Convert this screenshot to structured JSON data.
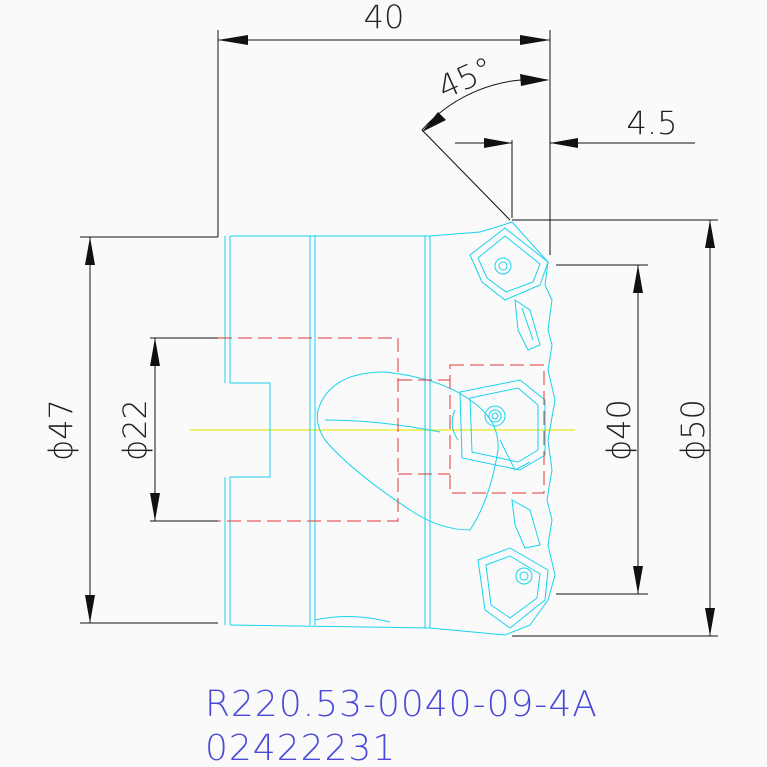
{
  "dimensions": {
    "length": "40",
    "angle": "45°",
    "offset": "4.5",
    "diameter_47": "ϕ47",
    "diameter_22": "ϕ22",
    "diameter_40": "ϕ40",
    "diameter_50": "ϕ50"
  },
  "part": {
    "code": "R220.53-0040-09-4A",
    "number": "02422231"
  },
  "colors": {
    "background": "#fafafa",
    "dimension_lines": "#111111",
    "tool_outline": "#19d3ee",
    "hidden_lines": "#e0383a",
    "center_line": "#e8e81c",
    "part_text": "#4a4ad8"
  }
}
